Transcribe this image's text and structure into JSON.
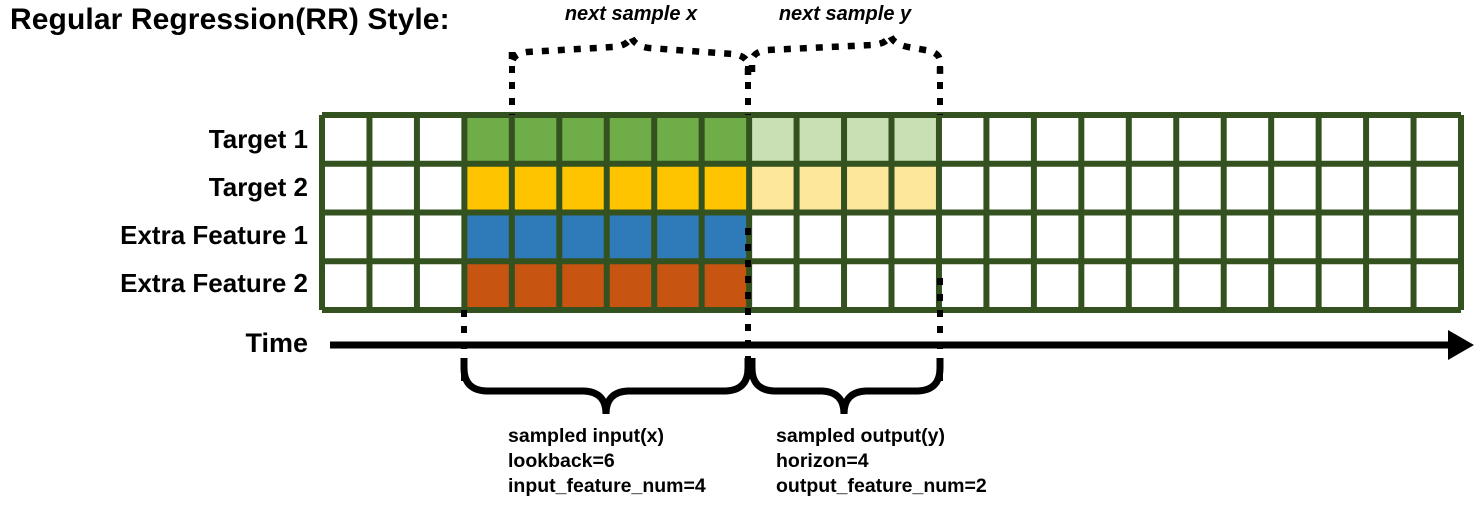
{
  "title": "Regular Regression(RR) Style:",
  "row_labels": [
    "Target 1",
    "Target 2",
    "Extra Feature 1",
    "Extra Feature 2"
  ],
  "axis": {
    "label": "Time"
  },
  "top_braces": [
    {
      "label": "next sample x"
    },
    {
      "label": "next sample y"
    }
  ],
  "bottom_notes": [
    {
      "line1": "sampled input(x)",
      "line2": "lookback=6",
      "line3": "input_feature_num=4"
    },
    {
      "line1": "sampled output(y)",
      "line2": "horizon=4",
      "line3": "output_feature_num=2"
    }
  ],
  "colors": {
    "grid_border": "#33521f",
    "target1_dark": "#6fad49",
    "target1_light": "#c8e0b4",
    "target2_dark": "#ffc400",
    "target2_light": "#fde79b",
    "extra1": "#2f7ab8",
    "extra2": "#c75511",
    "axis": "#000000"
  },
  "grid": {
    "columns": 24,
    "rows": 4,
    "cells": [
      [
        "white",
        "white",
        "white",
        "target1_dark",
        "target1_dark",
        "target1_dark",
        "target1_dark",
        "target1_dark",
        "target1_dark",
        "target1_light",
        "target1_light",
        "target1_light",
        "target1_light",
        "white",
        "white",
        "white",
        "white",
        "white",
        "white",
        "white",
        "white",
        "white",
        "white",
        "white"
      ],
      [
        "white",
        "white",
        "white",
        "target2_dark",
        "target2_dark",
        "target2_dark",
        "target2_dark",
        "target2_dark",
        "target2_dark",
        "target2_light",
        "target2_light",
        "target2_light",
        "target2_light",
        "white",
        "white",
        "white",
        "white",
        "white",
        "white",
        "white",
        "white",
        "white",
        "white",
        "white"
      ],
      [
        "white",
        "white",
        "white",
        "extra1",
        "extra1",
        "extra1",
        "extra1",
        "extra1",
        "extra1",
        "white",
        "white",
        "white",
        "white",
        "white",
        "white",
        "white",
        "white",
        "white",
        "white",
        "white",
        "white",
        "white",
        "white",
        "white"
      ],
      [
        "white",
        "white",
        "white",
        "extra2",
        "extra2",
        "extra2",
        "extra2",
        "extra2",
        "extra2",
        "white",
        "white",
        "white",
        "white",
        "white",
        "white",
        "white",
        "white",
        "white",
        "white",
        "white",
        "white",
        "white",
        "white",
        "white"
      ]
    ]
  }
}
